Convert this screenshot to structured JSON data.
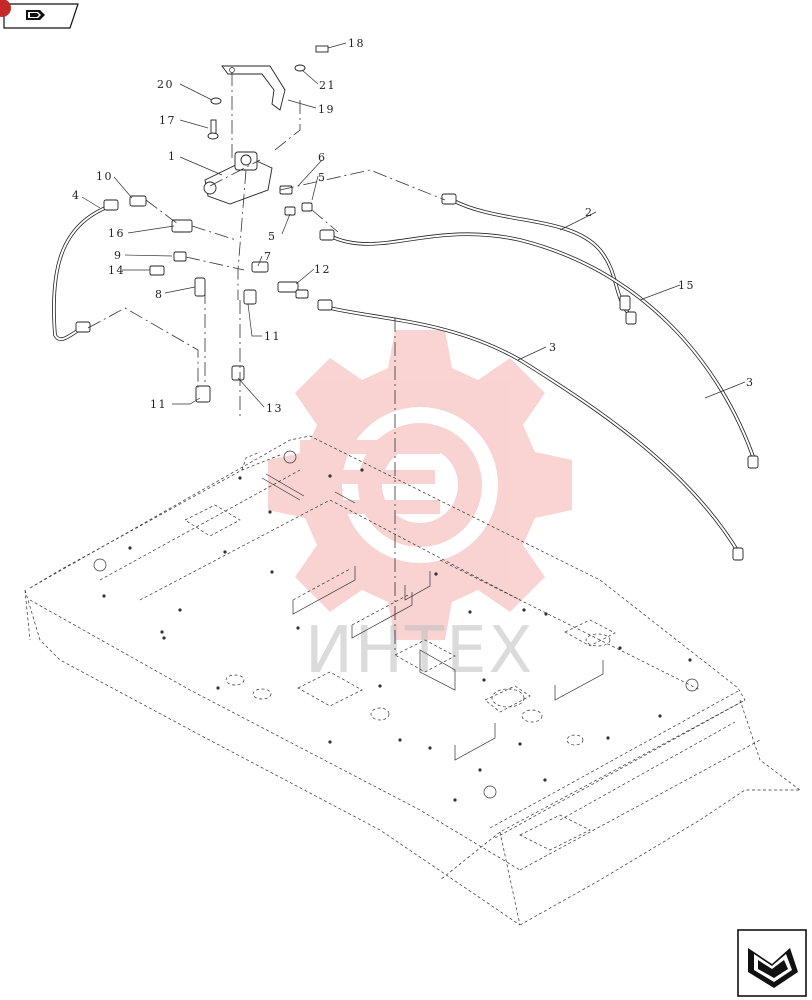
{
  "callouts": [
    "1",
    "2",
    "3",
    "3",
    "4",
    "5",
    "5",
    "6",
    "7",
    "8",
    "9",
    "10",
    "11",
    "11",
    "12",
    "13",
    "14",
    "15",
    "16",
    "17",
    "18",
    "19",
    "20",
    "21"
  ],
  "watermark_text": "ИНТЕХ",
  "watermark_color": "#e53935",
  "nav_icons": [
    "previous-page-icon",
    "next-page-icon"
  ]
}
